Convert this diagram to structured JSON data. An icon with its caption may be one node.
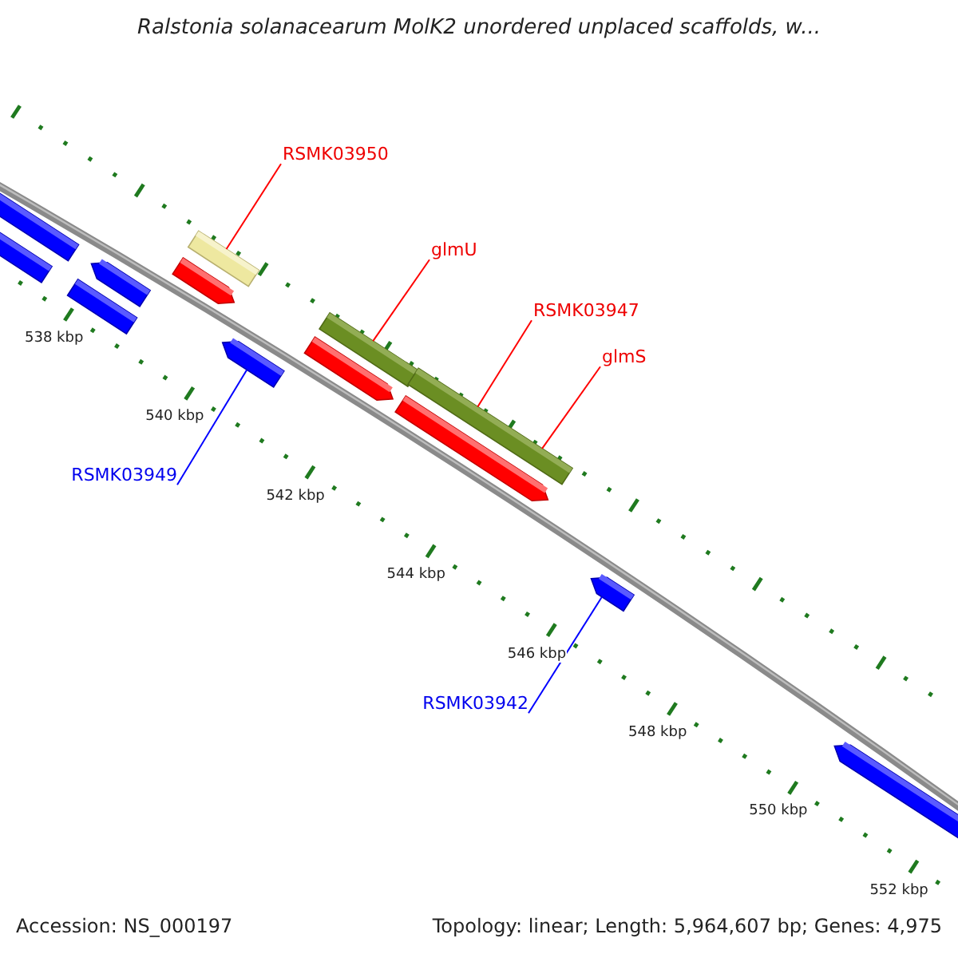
{
  "diagram": {
    "title": "Ralstonia solanacearum MolK2 unordered unplaced scaffolds, w...",
    "nodes": [
      {
        "text": [],
        "shape": "bar"
      },
      {
        "text": [],
        "shape": "bar"
      },
      {
        "text": [],
        "shape": "bar"
      },
      {
        "text": [],
        "shape": "bar"
      },
      {
        "text": [
          "RSMK03950"
        ]
      },
      {
        "text": [],
        "shape": "bar"
      },
      {
        "text": [],
        "shape": "bar"
      },
      {
        "text": [
          "glmU"
        ]
      },
      {
        "text": [],
        "shape": "bar"
      },
      {
        "text": [],
        "shape": "bar"
      },
      {
        "text": [],
        "shape": "bar"
      },
      {
        "text": [
          "RSMK03947"
        ]
      },
      {
        "text": [
          "glmS"
        ]
      },
      {
        "text": [],
        "shape": "bar"
      },
      {
        "text": [],
        "shape": "bar"
      },
      {
        "text": [
          "RSMK03949"
        ]
      },
      {
        "text": [],
        "shape": "bar"
      },
      {
        "text": [
          "RSMK03942"
        ]
      },
      {
        "text": [],
        "shape": "bar"
      }
    ],
    "edges": [
      {
        "from": 4,
        "to": 5,
        "arrow": "none"
      },
      {
        "from": 7,
        "to": 9,
        "arrow": "none"
      },
      {
        "from": 11,
        "to": 13,
        "arrow": "none"
      },
      {
        "from": 12,
        "to": 13,
        "arrow": "none"
      },
      {
        "from": 15,
        "to": 8,
        "arrow": "none",
        "color": "#0000ff"
      },
      {
        "from": 17,
        "to": 16,
        "arrow": "none",
        "color": "#0000ff"
      }
    ],
    "labels": [
      "538 kbp",
      "540 kbp",
      "542 kbp",
      "544 kbp",
      "546 kbp",
      "548 kbp",
      "550 kbp",
      "552 kbp",
      "Accession: NS_000197",
      "Topology: linear; Length: 5,964,607 bp; Genes: 4,975"
    ]
  }
}
